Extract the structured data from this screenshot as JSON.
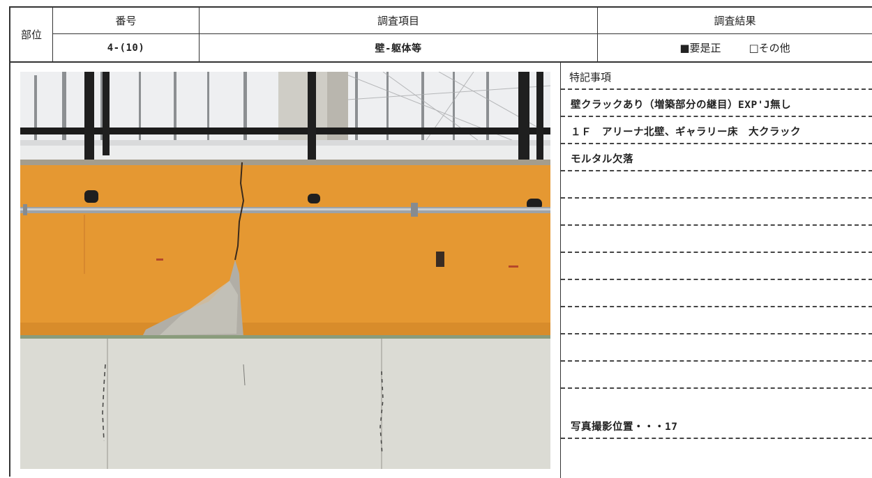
{
  "header": {
    "part_label": "部位",
    "number_label": "番号",
    "item_label": "調査項目",
    "result_label": "調査結果",
    "number_value": "4-(10)",
    "item_value": "壁-躯体等",
    "result_option1": "■要是正",
    "result_option2": "□その他"
  },
  "notes": {
    "title": "特記事項",
    "lines": [
      "壁クラックあり（増築部分の継目）EXP'J無し",
      "１Ｆ　アリーナ北壁、ギャラリー床　大クラック",
      "モルタル欠落",
      "",
      "",
      "",
      "",
      "",
      "",
      "",
      "",
      "写真撮影位置・・・17"
    ]
  },
  "photo": {
    "subject": "cracked orange wall under window railing"
  }
}
